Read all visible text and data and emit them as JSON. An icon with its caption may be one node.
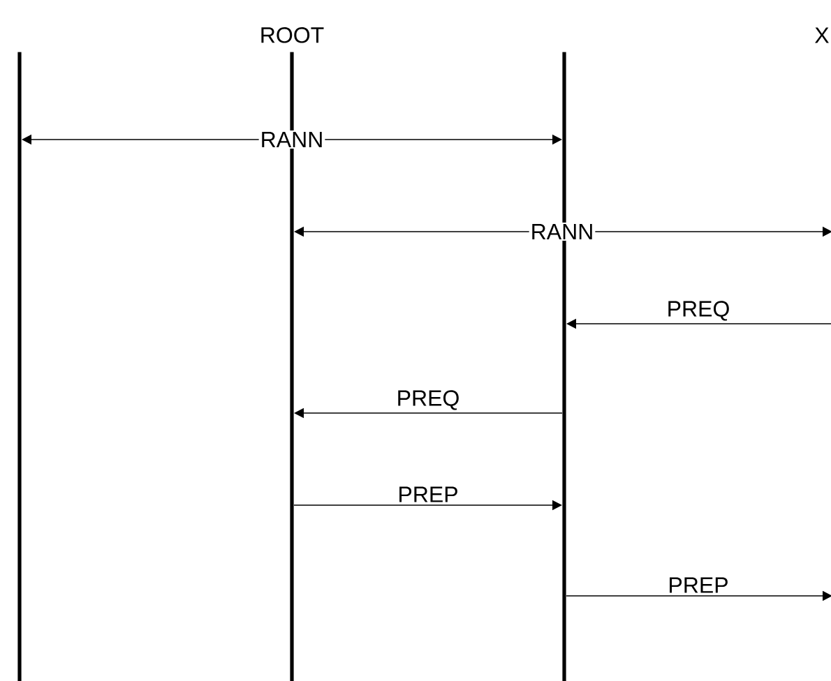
{
  "diagram": {
    "nodes": [
      {
        "text": [],
        "shape": "bar"
      },
      {
        "text": [
          "ROOT"
        ]
      },
      {
        "text": [],
        "shape": "bar"
      }
    ],
    "edges": [
      {
        "from": 0,
        "to": 2,
        "arrow": "both",
        "label": "RANN"
      },
      {
        "from": 1,
        "to": null,
        "arrow": "both",
        "label": "RANN"
      },
      {
        "from": null,
        "to": 2,
        "arrow": "to",
        "label": "PREQ"
      },
      {
        "from": 2,
        "to": 1,
        "arrow": "to",
        "label": "PREQ"
      },
      {
        "from": 1,
        "to": 2,
        "arrow": "to",
        "label": "PREP"
      },
      {
        "from": 2,
        "to": null,
        "arrow": "to",
        "label": "PREP"
      }
    ],
    "labels": [
      "X"
    ]
  }
}
